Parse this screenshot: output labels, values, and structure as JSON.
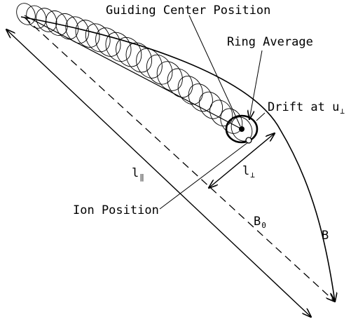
{
  "labels": {
    "guiding_center": "Guiding Center Position",
    "ring_average": "Ring Average",
    "drift": "Drift at u",
    "drift_sub": "⊥",
    "l_parallel": "l",
    "l_parallel_sub": "‖",
    "l_perp": "l",
    "l_perp_sub": "⊥",
    "ion_position": "Ion Position",
    "b0": "B",
    "b0_sub": "0",
    "b": "B"
  },
  "colors": {
    "ink": "#000000",
    "background": "#ffffff"
  }
}
